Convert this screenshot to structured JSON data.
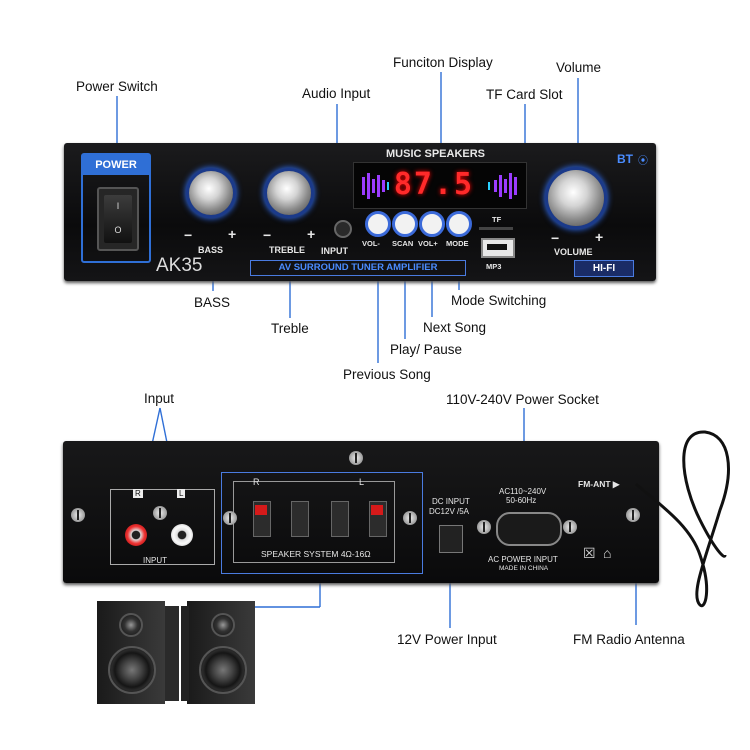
{
  "callouts": {
    "power_switch": "Power Switch",
    "audio_input": "Audio Input",
    "function_display": "Funciton Display",
    "tf_card_slot": "TF Card Slot",
    "volume": "Volume",
    "bass": "BASS",
    "treble": "Treble",
    "mode_switching": "Mode Switching",
    "next_song": "Next Song",
    "play_pause": "Play/ Pause",
    "previous_song": "Previous Song",
    "input": "Input",
    "power_socket": "110V-240V Power Socket",
    "power_input_12v": "12V Power Input",
    "fm_antenna": "FM Radio Antenna"
  },
  "front_panel": {
    "power_label": "POWER",
    "rocker_on": "I",
    "rocker_off": "O",
    "brand": "AK35",
    "bass_label": "BASS",
    "treble_label": "TREBLE",
    "input_label": "INPUT",
    "music_speakers": "MUSIC SPEAKERS",
    "display_value": "87.5",
    "bt_label": "BT",
    "volume_label": "VOLUME",
    "minus": "−",
    "plus": "+",
    "buttons": [
      "VOL-",
      "SCAN",
      "VOL+",
      "MODE"
    ],
    "tf_label": "TF",
    "mp3_label": "MP3",
    "av_banner": "AV SURROUND TUNER AMPLIFIER",
    "hifi_label": "HI-FI"
  },
  "rear_panel": {
    "rca_r": "R",
    "rca_l": "L",
    "input_label": "INPUT",
    "speaker_system": "SPEAKER SYSTEM 4Ω-16Ω",
    "r_mark": "R",
    "l_mark": "L",
    "dc_input": "DC INPUT",
    "dc_spec": "DC12V /5A",
    "ac_spec": "AC110~240V",
    "ac_freq": "50-60Hz",
    "ac_power_input": "AC POWER INPUT",
    "made_in": "MADE IN CHINA",
    "fm_ant": "FM-ANT ▶"
  },
  "colors": {
    "accent_blue": "#2f6fd6",
    "display_red": "#ff2a2a",
    "panel_black": "#0b0b0c",
    "button_ring": "#3b6ad9"
  }
}
